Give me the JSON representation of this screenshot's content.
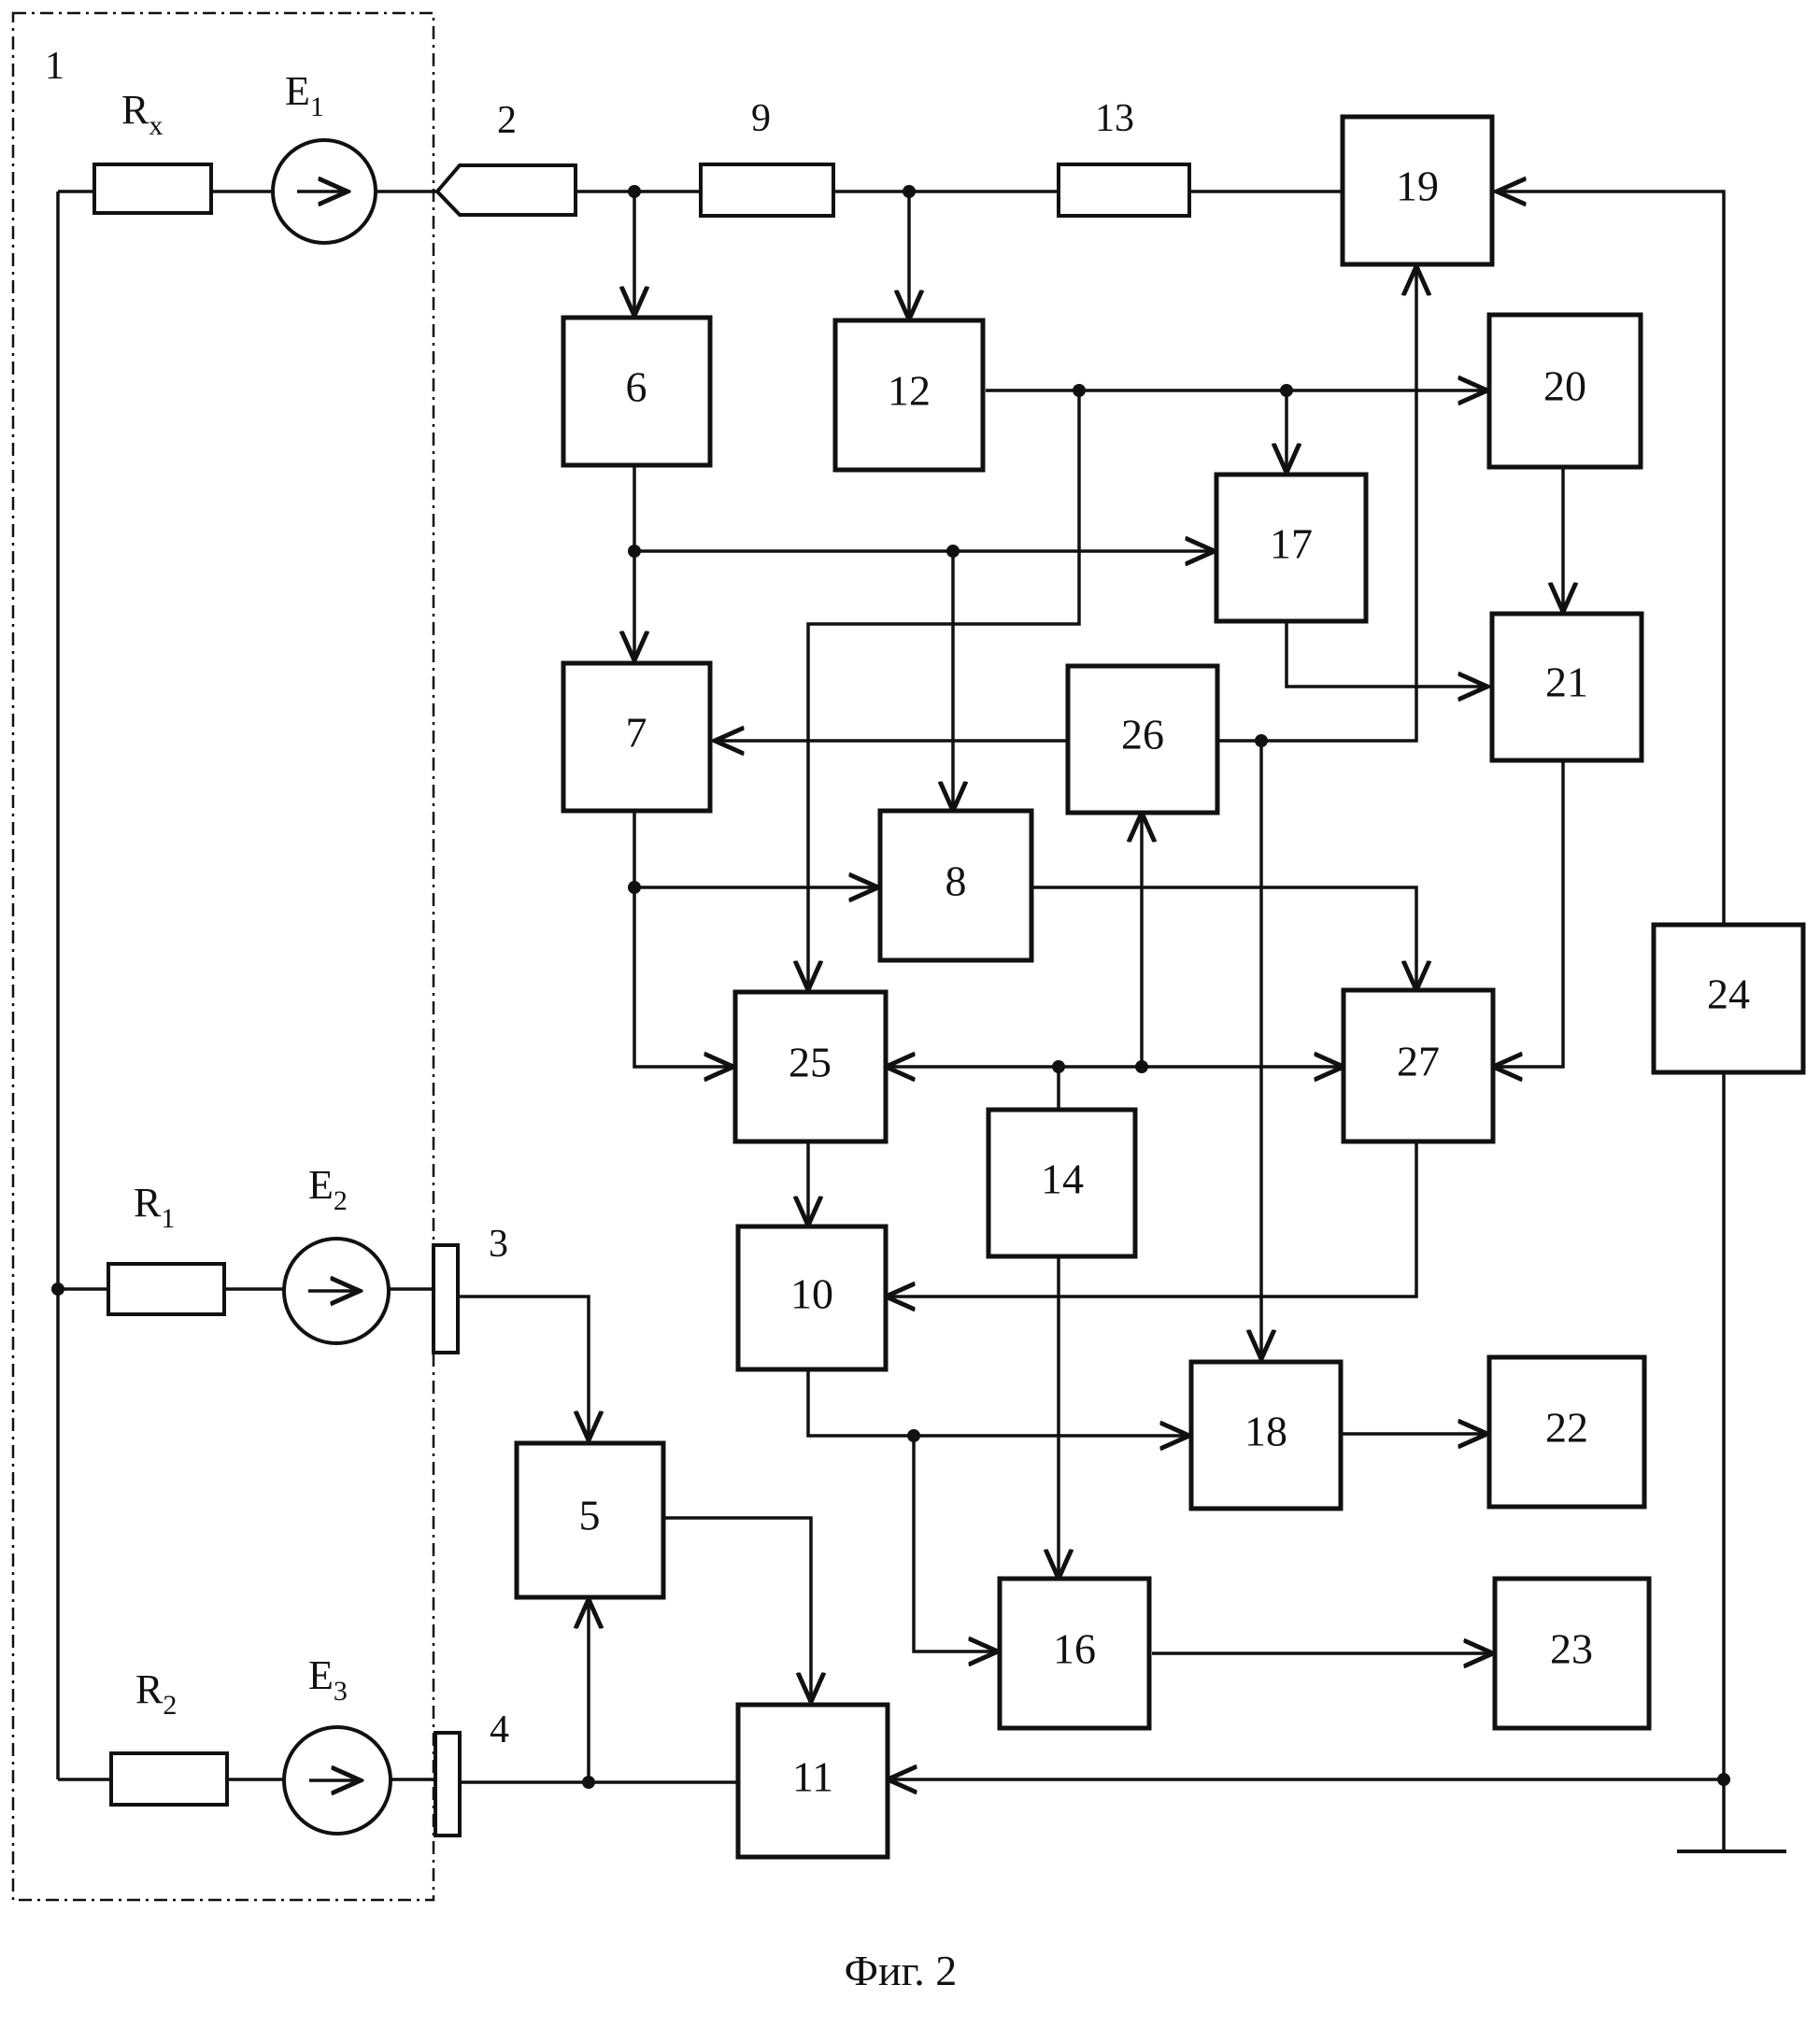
{
  "figure": {
    "caption": "Фиг. 2",
    "source_group_label": "1"
  },
  "blocks": [
    {
      "id": "b5",
      "label": "5"
    },
    {
      "id": "b6",
      "label": "6"
    },
    {
      "id": "b7",
      "label": "7"
    },
    {
      "id": "b8",
      "label": "8"
    },
    {
      "id": "b10",
      "label": "10"
    },
    {
      "id": "b11",
      "label": "11"
    },
    {
      "id": "b12",
      "label": "12"
    },
    {
      "id": "b14",
      "label": "14"
    },
    {
      "id": "b16",
      "label": "16"
    },
    {
      "id": "b17",
      "label": "17"
    },
    {
      "id": "b18",
      "label": "18"
    },
    {
      "id": "b19",
      "label": "19"
    },
    {
      "id": "b20",
      "label": "20"
    },
    {
      "id": "b21",
      "label": "21"
    },
    {
      "id": "b22",
      "label": "22"
    },
    {
      "id": "b23",
      "label": "23"
    },
    {
      "id": "b24",
      "label": "24"
    },
    {
      "id": "b25",
      "label": "25"
    },
    {
      "id": "b26",
      "label": "26"
    },
    {
      "id": "b27",
      "label": "27"
    }
  ],
  "components": {
    "rx": {
      "main": "R",
      "sub": "x"
    },
    "e1": {
      "main": "E",
      "sub": "1"
    },
    "r1": {
      "main": "R",
      "sub": "1"
    },
    "e2": {
      "main": "E",
      "sub": "2"
    },
    "r2": {
      "main": "R",
      "sub": "2"
    },
    "e3": {
      "main": "E",
      "sub": "3"
    },
    "probe2": {
      "label": "2"
    },
    "electrode3": {
      "label": "3"
    },
    "electrode4": {
      "label": "4"
    },
    "resistor9": {
      "label": "9"
    },
    "resistor13": {
      "label": "13"
    }
  }
}
